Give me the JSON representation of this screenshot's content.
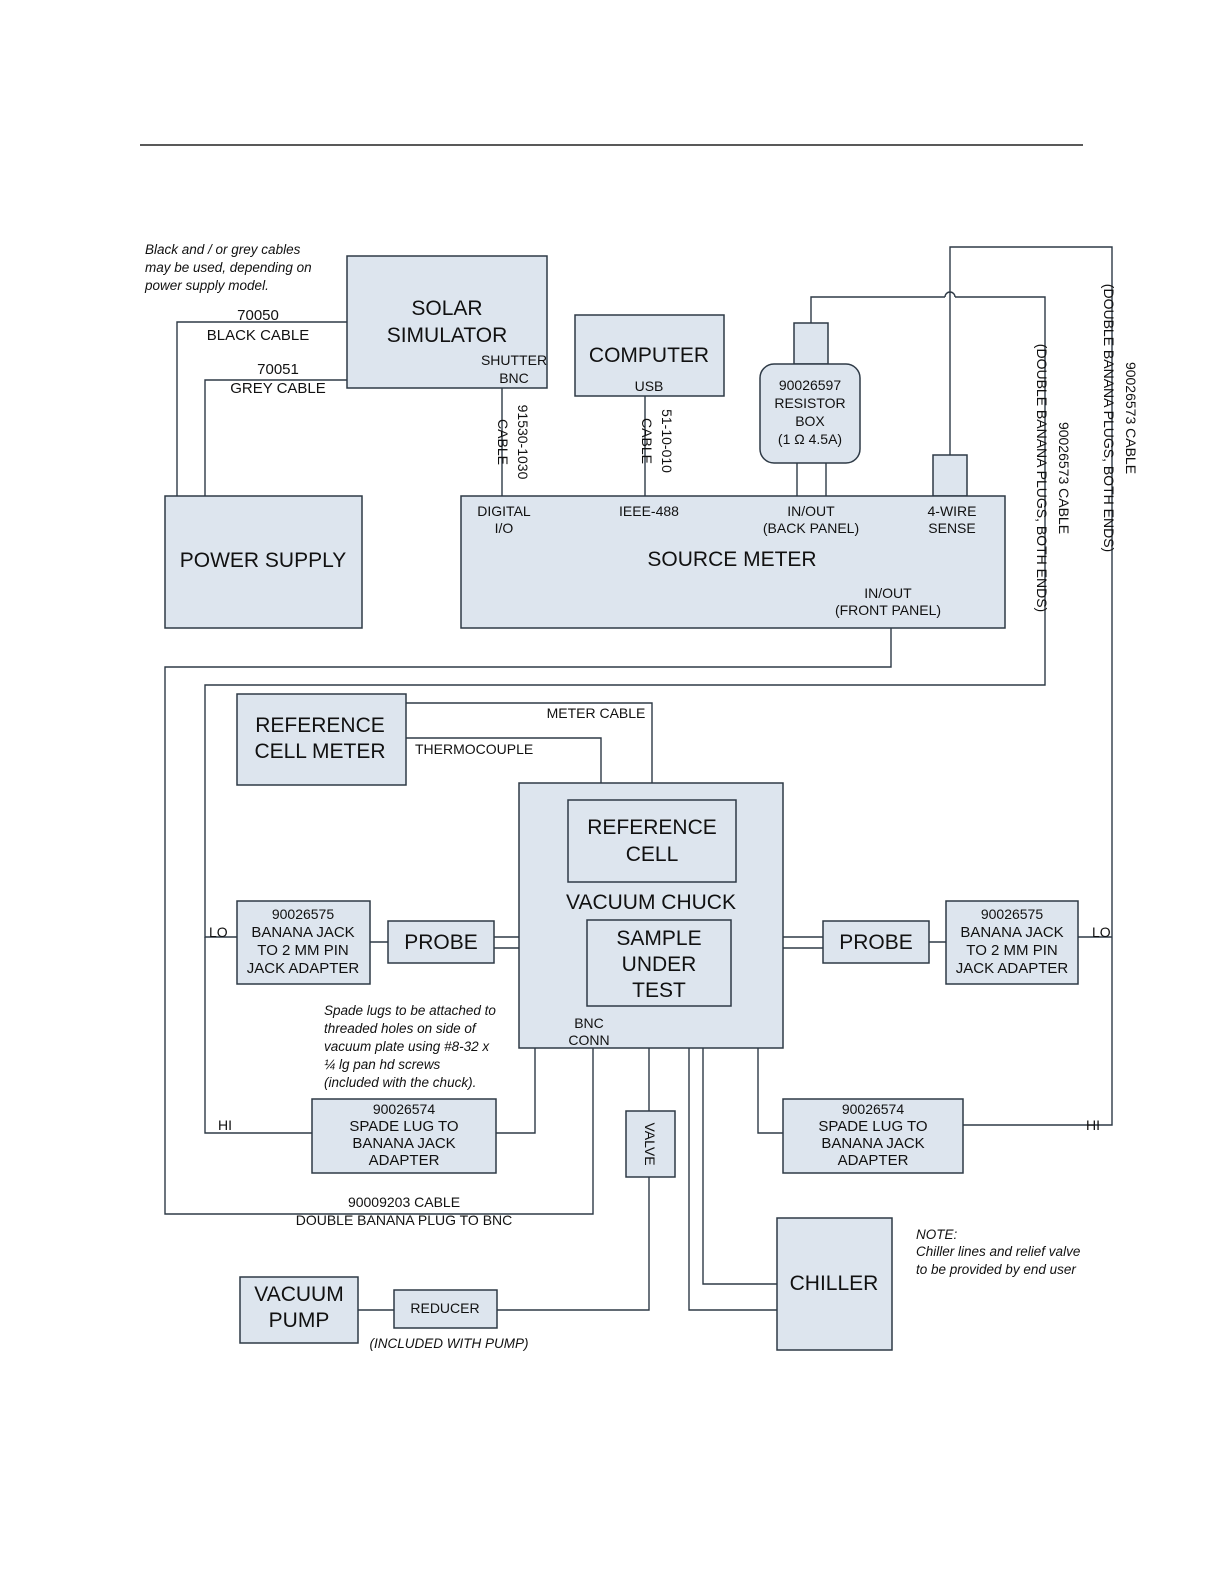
{
  "boxes": {
    "solar_simulator": [
      "SOLAR",
      "SIMULATOR"
    ],
    "computer": [
      "COMPUTER"
    ],
    "resistor_box": [
      "90026597",
      "RESISTOR",
      "BOX",
      "(1 Ω 4.5A)"
    ],
    "power_supply": [
      "POWER SUPPLY"
    ],
    "source_meter": [
      "SOURCE METER"
    ],
    "reference_cell_meter": [
      "REFERENCE",
      "CELL METER"
    ],
    "vacuum_chuck": [
      "VACUUM CHUCK"
    ],
    "reference_cell": [
      "REFERENCE",
      "CELL"
    ],
    "sample_under_test": [
      "SAMPLE",
      "UNDER",
      "TEST"
    ],
    "probe_left": [
      "PROBE"
    ],
    "probe_right": [
      "PROBE"
    ],
    "adapter_pin_left": [
      "90026575",
      "BANANA JACK",
      "TO 2 MM PIN",
      "JACK ADAPTER"
    ],
    "adapter_pin_right": [
      "90026575",
      "BANANA JACK",
      "TO 2 MM PIN",
      "JACK ADAPTER"
    ],
    "adapter_spade_left": [
      "90026574",
      "SPADE LUG TO",
      "BANANA JACK",
      "ADAPTER"
    ],
    "adapter_spade_right": [
      "90026574",
      "SPADE LUG TO",
      "BANANA JACK",
      "ADAPTER"
    ],
    "valve": [
      "VALVE"
    ],
    "chiller": [
      "CHILLER"
    ],
    "vacuum_pump": [
      "VACUUM",
      "PUMP"
    ],
    "reducer": [
      "REDUCER"
    ]
  },
  "ports": {
    "shutter_bnc": [
      "SHUTTER",
      "BNC"
    ],
    "usb": "USB",
    "digital_io": [
      "DIGITAL",
      "I/O"
    ],
    "ieee_488": "IEEE-488",
    "in_out_back": [
      "IN/OUT",
      "(BACK PANEL)"
    ],
    "four_wire_sense": [
      "4-WIRE",
      "SENSE"
    ],
    "in_out_front": [
      "IN/OUT",
      "(FRONT PANEL)"
    ],
    "bnc_conn": [
      "BNC",
      "CONN"
    ]
  },
  "labels": {
    "black_cable": [
      "70050",
      "BLACK CABLE"
    ],
    "grey_cable": [
      "70051",
      "GREY CABLE"
    ],
    "cable_91530": [
      "91530-1030",
      "CABLE"
    ],
    "cable_51": [
      "51-10-010",
      "CABLE"
    ],
    "cable_90026573_inner": [
      "90026573 CABLE",
      "(DOUBLE BANANA PLUGS, BOTH ENDS)"
    ],
    "cable_90026573_outer": [
      "90026573 CABLE",
      "(DOUBLE BANANA PLUGS, BOTH ENDS)"
    ],
    "meter_cable": "METER CABLE",
    "thermocouple": "THERMOCOUPLE",
    "lo_left": "LO",
    "lo_right": "LO",
    "hi_left": "HI",
    "hi_right": "HI",
    "cable_90009203": [
      "90009203 CABLE",
      "DOUBLE BANANA PLUG TO BNC"
    ],
    "included_with_pump": "(INCLUDED WITH PUMP)"
  },
  "notes": {
    "cables_note": [
      "Black and / or grey cables",
      "may be used, depending on",
      "power supply model."
    ],
    "spade_note": [
      "Spade lugs to be attached to",
      "threaded holes on side of",
      "vacuum plate using #8-32 x",
      "¼ lg pan hd screws",
      "(included with the chuck)."
    ],
    "chiller_note": [
      "NOTE:",
      "Chiller lines and relief valve",
      "to be provided by end user"
    ]
  }
}
